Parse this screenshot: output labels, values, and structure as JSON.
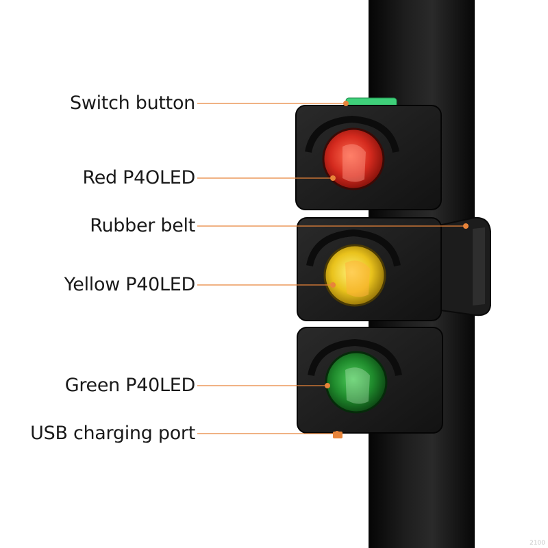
{
  "callouts": [
    {
      "id": "switch",
      "label": "Switch button"
    },
    {
      "id": "red",
      "label": "Red P4OLED"
    },
    {
      "id": "belt",
      "label": "Rubber belt"
    },
    {
      "id": "yellow",
      "label": "Yellow P40LED"
    },
    {
      "id": "green",
      "label": "Green P40LED"
    },
    {
      "id": "usb",
      "label": "USB charging port"
    }
  ],
  "watermark": "2100",
  "colors": {
    "callout_line": "#e8843a",
    "pole": "#111111",
    "housing": "#1b1b1b",
    "red_lens": "#d42a1e",
    "yellow_lens": "#e9c21c",
    "green_lens": "#1f8a2c",
    "switch": "#3fd07a"
  }
}
